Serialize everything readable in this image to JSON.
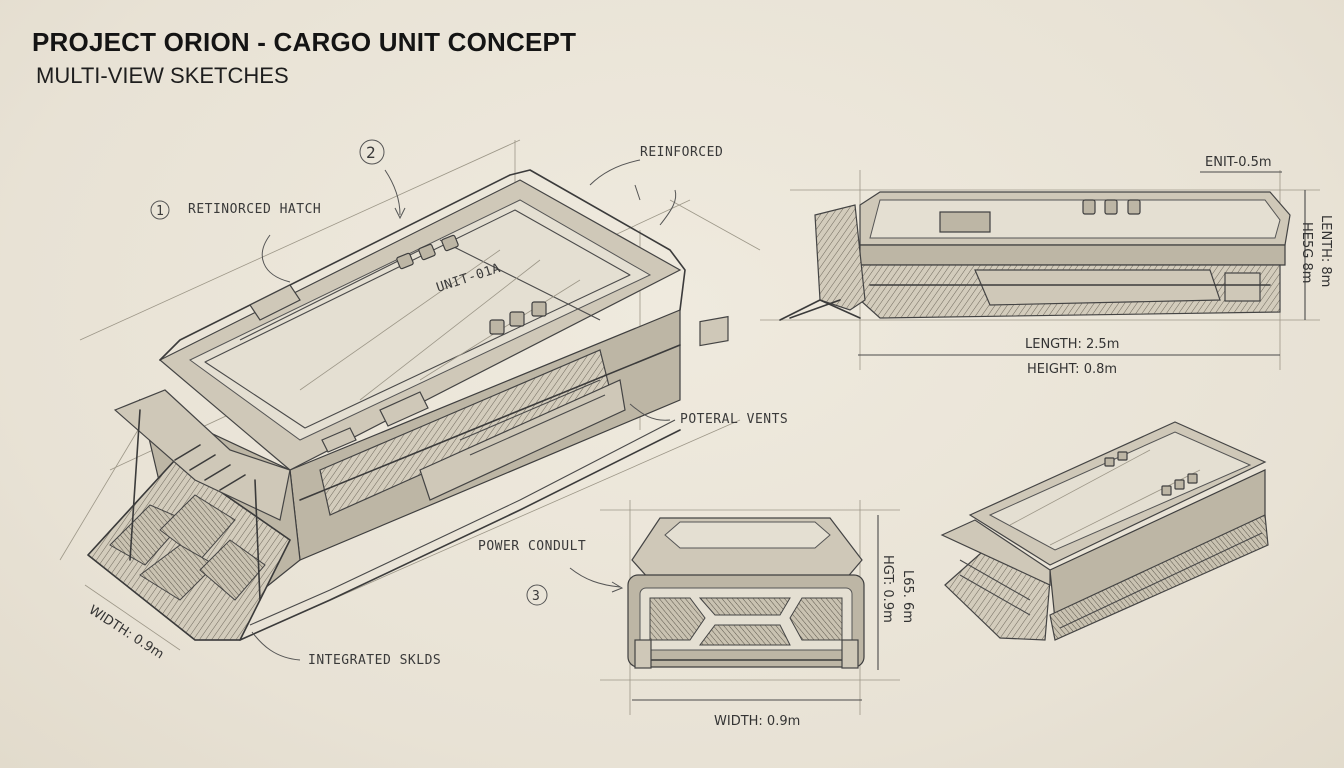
{
  "header": {
    "title": "PROJECT ORION - CARGO UNIT CONCEPT",
    "subtitle": "MULTI-VIEW SKETCHES"
  },
  "views": {
    "iso_main": {
      "unit_marking": "UNIT-01A",
      "callouts": [
        {
          "number": "1",
          "text": "RETINORCED HATCH"
        },
        {
          "number": "2",
          "text": ""
        },
        {
          "number": "",
          "text": "REINFORCED"
        },
        {
          "number": "",
          "text": "POTERAL VENTS"
        },
        {
          "number": "",
          "text": "INTEGRATED SKLDS"
        }
      ],
      "width_dimension": "WIDTH: 0.9m"
    },
    "side": {
      "top_dimension": "ENIT-0.5m",
      "right_dimension_1": "LENTH: 8m",
      "right_dimension_2": "HE5G 8m",
      "length_dimension": "LENGTH: 2.5m",
      "height_dimension": "HEIGHT: 0.8m"
    },
    "front": {
      "callout_number": "3",
      "callout_text": "POWER CONDULT",
      "right_dimension_1": "HGT: 0.9m",
      "right_dimension_2": "L65. 6m",
      "width_dimension": "WIDTH: 0.9m"
    },
    "iso_small": {}
  }
}
